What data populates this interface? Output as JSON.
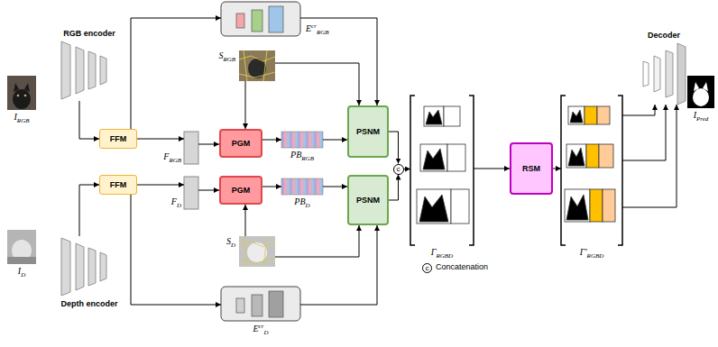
{
  "diagram": {
    "nodes": [
      {
        "text": [
          "RGB encoder"
        ]
      },
      {
        "text": [
          "Depth encoder"
        ]
      },
      {
        "text": [
          "FFM"
        ]
      },
      {
        "text": [
          "FFM"
        ]
      },
      {
        "text": [
          "EcrRGB"
        ]
      },
      {
        "text": [
          "EcrD"
        ]
      },
      {
        "text": [
          "FRGB"
        ]
      },
      {
        "text": [
          "FD"
        ]
      },
      {
        "text": [
          "PGM"
        ]
      },
      {
        "text": [
          "PGM"
        ]
      },
      {
        "text": [
          "PBRGB"
        ]
      },
      {
        "text": [
          "PBD"
        ]
      },
      {
        "text": [
          "PSNM"
        ]
      },
      {
        "text": [
          "PSNM"
        ]
      },
      {
        "text": [
          "ΓRGBD"
        ]
      },
      {
        "text": [
          "RSM"
        ]
      },
      {
        "text": [
          "Γ′RGBD"
        ]
      },
      {
        "text": [
          "Decoder"
        ]
      },
      {
        "text": [
          "SRGB"
        ]
      },
      {
        "text": [
          "SD"
        ]
      },
      {
        "text": [
          "IRGB"
        ]
      },
      {
        "text": [
          "ID"
        ]
      },
      {
        "text": [
          "IPred"
        ]
      },
      {
        "text": [
          "c"
        ]
      }
    ],
    "edges": [
      {
        "from": 0,
        "to": 2,
        "arrow": "to"
      },
      {
        "from": 1,
        "to": 3,
        "arrow": "to"
      },
      {
        "from": 2,
        "to": 4,
        "arrow": "to"
      },
      {
        "from": 3,
        "to": 5,
        "arrow": "to"
      },
      {
        "from": 2,
        "to": 6,
        "arrow": "to"
      },
      {
        "from": 3,
        "to": 7,
        "arrow": "to"
      },
      {
        "from": 6,
        "to": 8,
        "arrow": "to"
      },
      {
        "from": 7,
        "to": 9,
        "arrow": "to"
      },
      {
        "from": 18,
        "to": 8,
        "arrow": "to"
      },
      {
        "from": 19,
        "to": 9,
        "arrow": "to"
      },
      {
        "from": 8,
        "to": 10,
        "arrow": "to"
      },
      {
        "from": 9,
        "to": 11,
        "arrow": "to"
      },
      {
        "from": 10,
        "to": 12,
        "arrow": "to"
      },
      {
        "from": 11,
        "to": 13,
        "arrow": "to"
      },
      {
        "from": 18,
        "to": 12,
        "arrow": "to"
      },
      {
        "from": 4,
        "to": 12,
        "arrow": "to"
      },
      {
        "from": 19,
        "to": 13,
        "arrow": "to"
      },
      {
        "from": 5,
        "to": 13,
        "arrow": "to"
      },
      {
        "from": 12,
        "to": 23,
        "arrow": "to"
      },
      {
        "from": 13,
        "to": 23,
        "arrow": "to"
      },
      {
        "from": 23,
        "to": 14,
        "arrow": "to"
      },
      {
        "from": 14,
        "to": 15,
        "arrow": "to"
      },
      {
        "from": 15,
        "to": 16,
        "arrow": "to"
      },
      {
        "from": 16,
        "to": 17,
        "arrow": "to"
      },
      {
        "from": 16,
        "to": 17,
        "arrow": "to"
      },
      {
        "from": 16,
        "to": 17,
        "arrow": "to"
      }
    ],
    "labels": [
      "c"
    ],
    "legend": [
      {
        "text": "Concatenation"
      }
    ]
  }
}
